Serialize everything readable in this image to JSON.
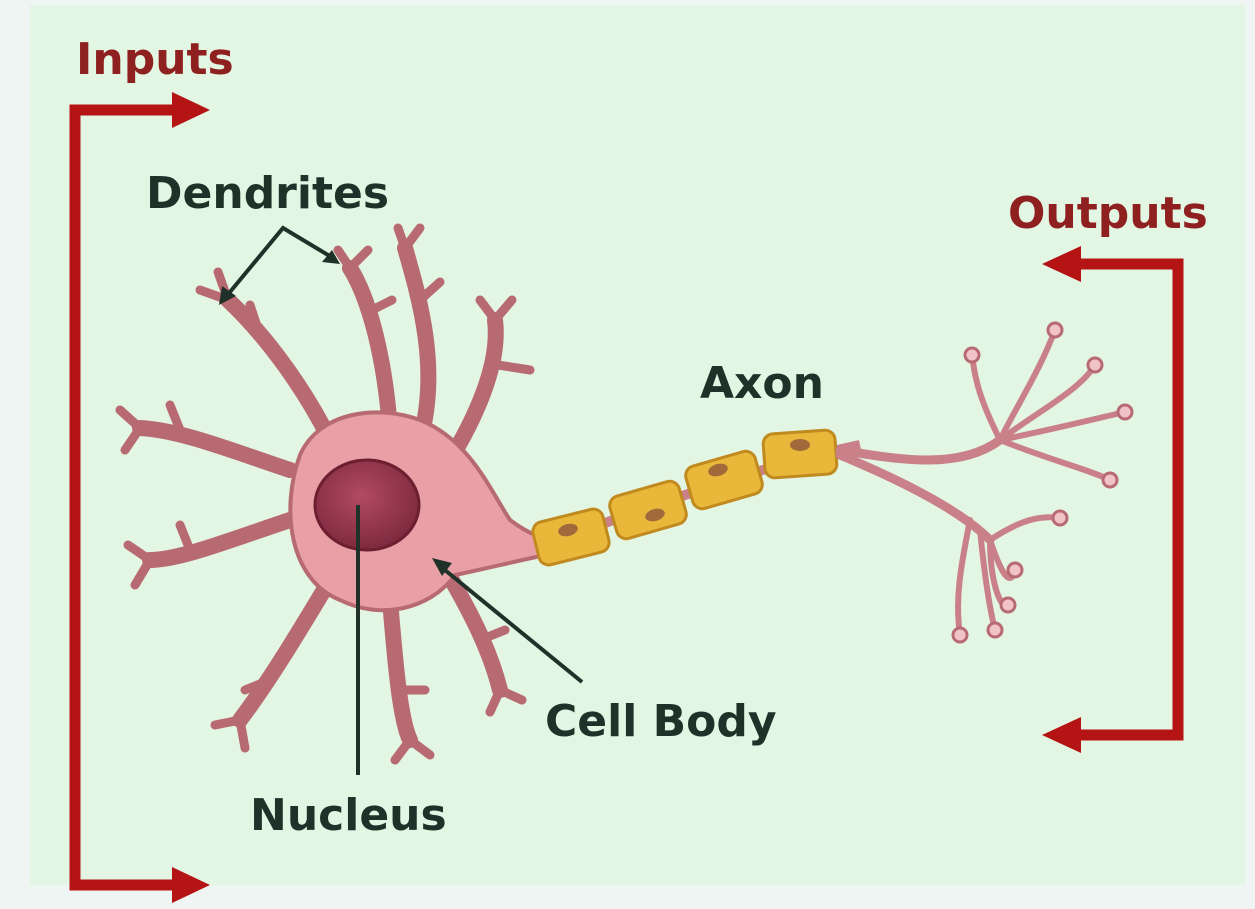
{
  "colors": {
    "background": "#e3f5e3",
    "bracket": "#b51414",
    "input_output_text": "#8f2020",
    "label_text": "#1f3128",
    "cell_fill": "#e8a0a6",
    "cell_stroke": "#b86a72",
    "nucleus": "#9c3a50",
    "myelin": "#e9b73a"
  },
  "labels": {
    "inputs": "Inputs",
    "outputs": "Outputs",
    "dendrites": "Dendrites",
    "axon": "Axon",
    "cell_body": "Cell Body",
    "nucleus": "Nucleus"
  }
}
